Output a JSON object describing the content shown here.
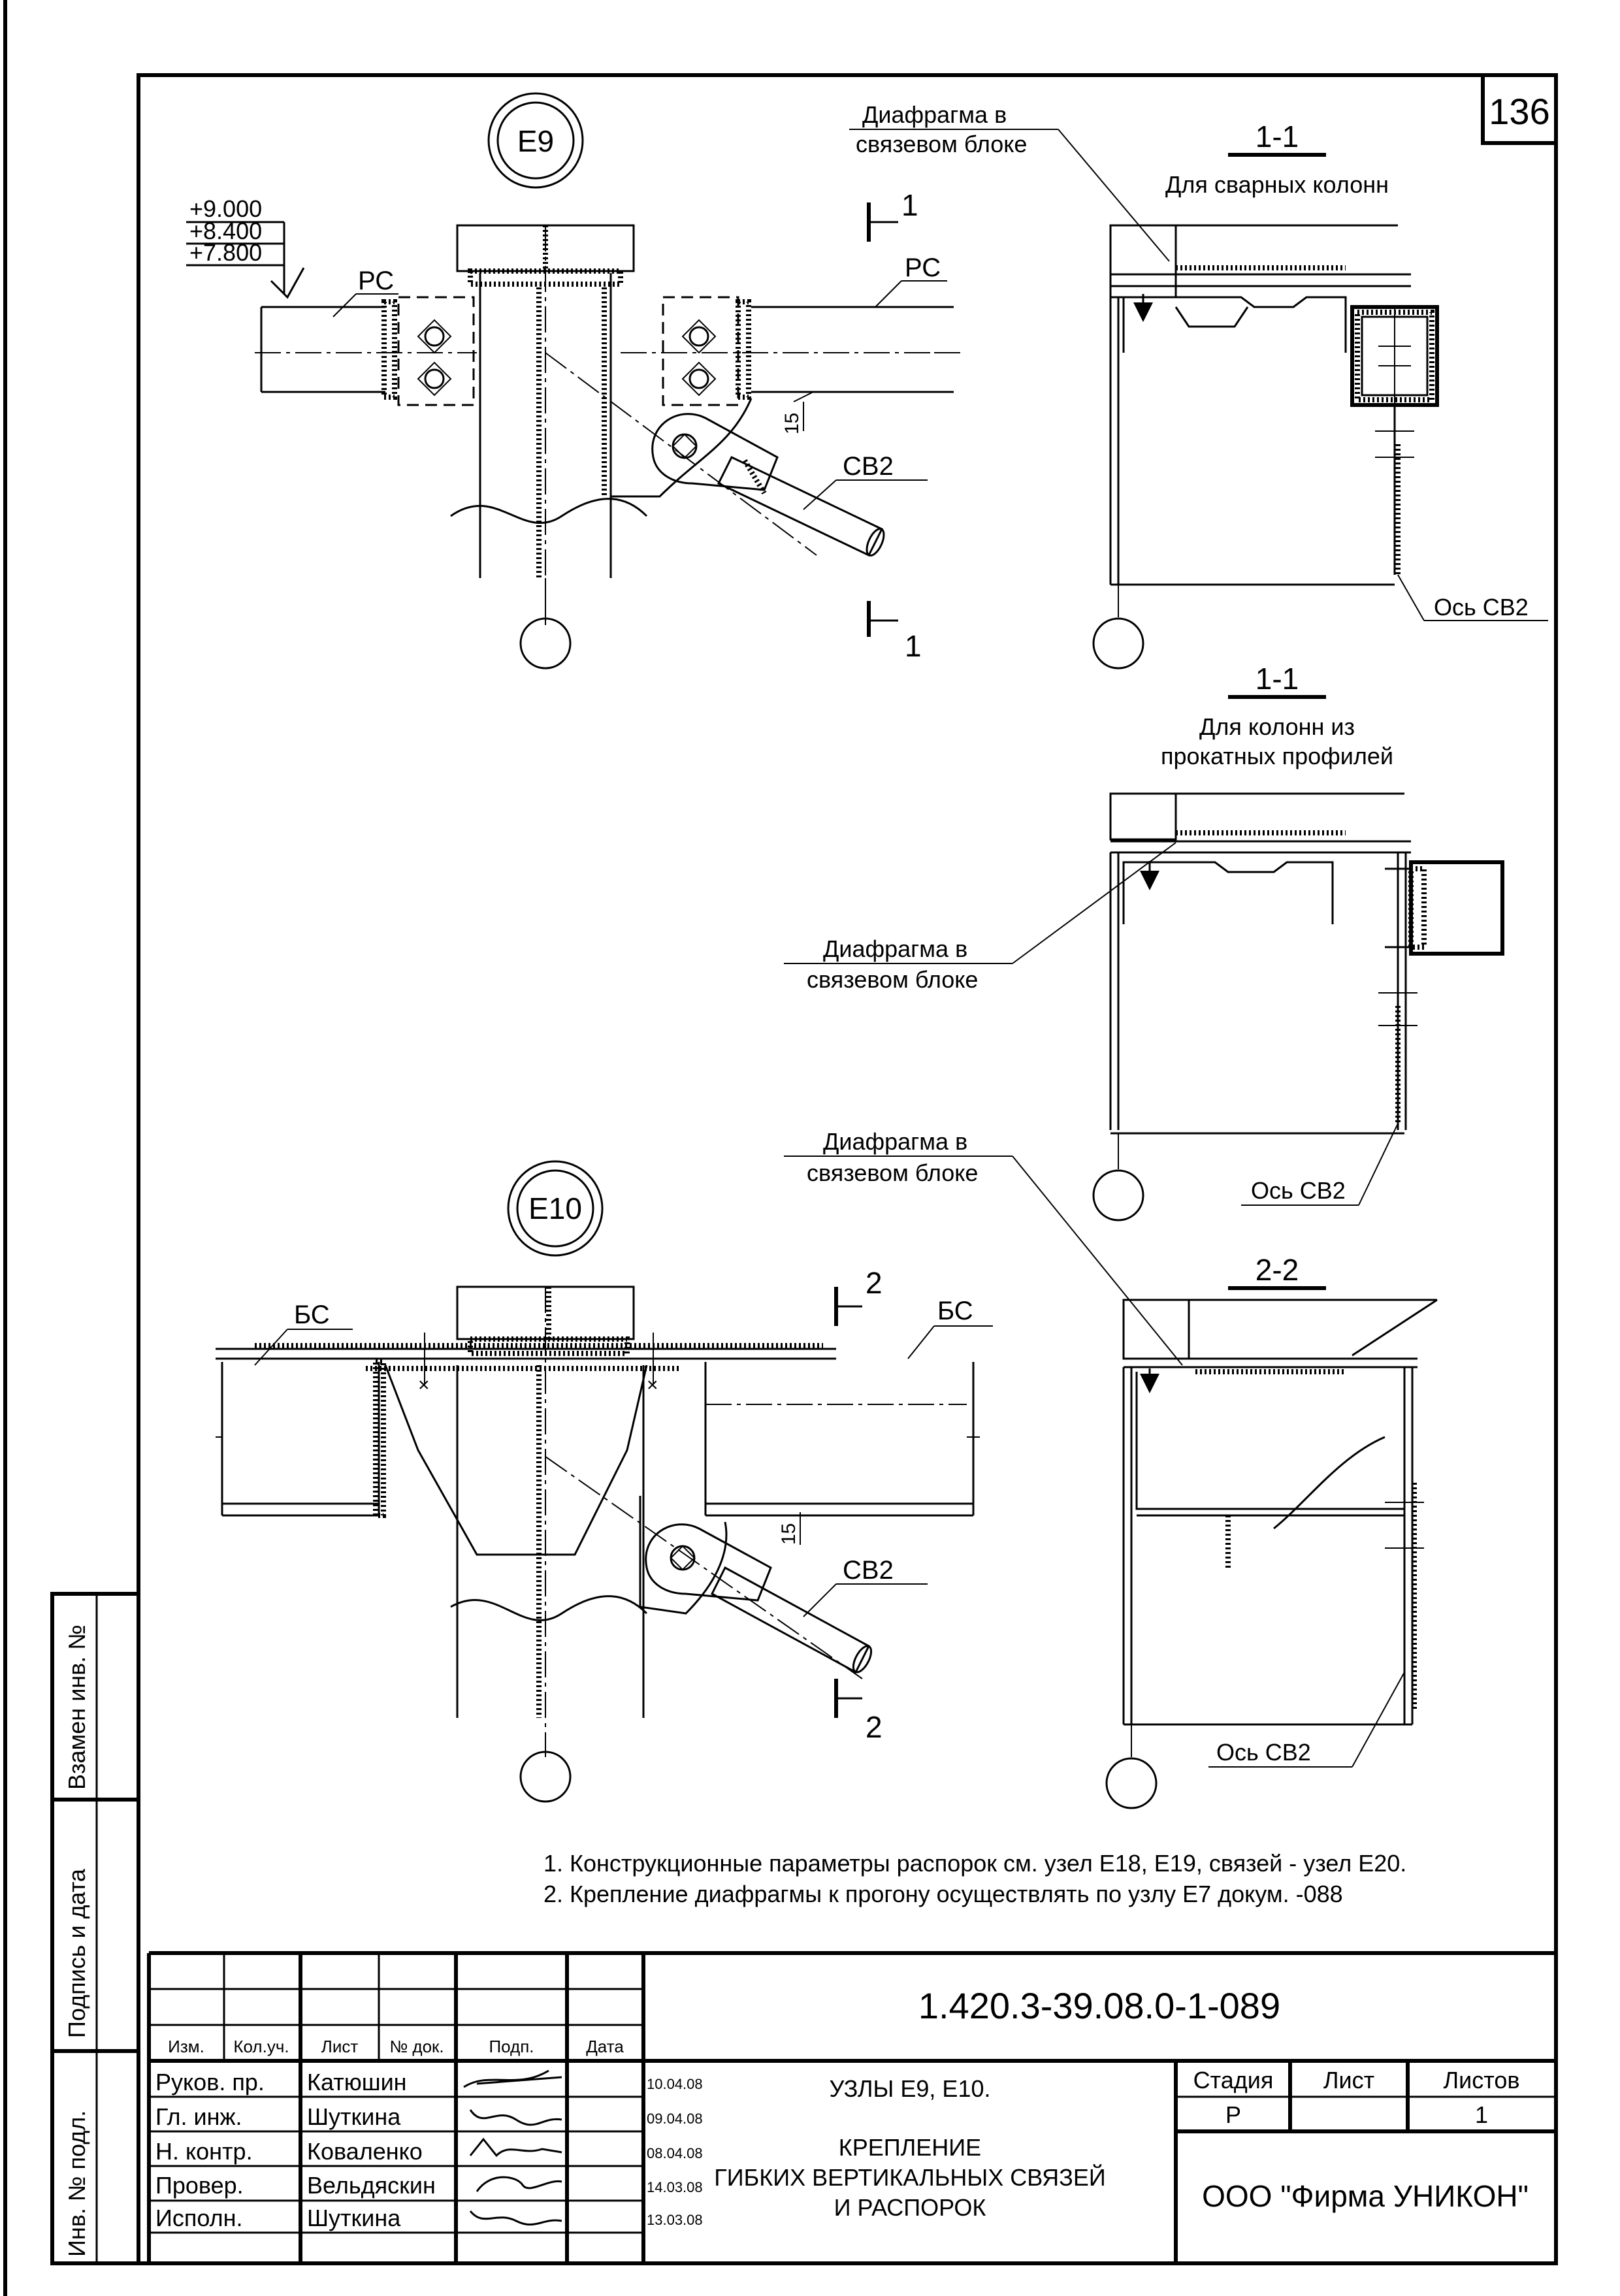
{
  "sheet_number": "136",
  "node_e9": {
    "label": "Е9",
    "levels": [
      "+9.000",
      "+8.400",
      "+7.800"
    ],
    "beam_left": "РС",
    "beam_right": "РС",
    "brace": "СВ2",
    "gap": "15",
    "section_mark_top": "1",
    "section_mark_bottom": "1"
  },
  "section_1_1_welded": {
    "title": "1-1",
    "subtitle": "Для сварных колонн",
    "diaphragm": [
      "Диафрагма в",
      "связевом блоке"
    ],
    "axis": "Ось СВ2"
  },
  "section_1_1_rolled": {
    "title": "1-1",
    "subtitle": [
      "Для  колонн из",
      "прокатных профилей"
    ],
    "diaphragm": [
      "Диафрагма в",
      "связевом блоке"
    ],
    "axis": "Ось СВ2"
  },
  "node_e10": {
    "label": "Е10",
    "beam_left": "БС",
    "beam_right": "БС",
    "brace": "СВ2",
    "gap": "15",
    "section_mark_top": "2",
    "section_mark_bottom": "2",
    "diaphragm": [
      "Диафрагма в",
      "связевом блоке"
    ]
  },
  "section_2_2": {
    "title": "2-2",
    "axis": "Ось СВ2"
  },
  "notes": [
    "1. Конструкционные параметры распорок см. узел Е18, Е19, связей - узел Е20.",
    "2. Крепление диафрагмы к прогону осуществлять по узлу Е7 докум. -088"
  ],
  "side_stamps": [
    "Взамен инв. №",
    "Подпись и дата",
    "Инв. № подл."
  ],
  "title_block": {
    "document_code": "1.420.3-39.08.0-1-089",
    "header": [
      "Изм.",
      "Кол.уч.",
      "Лист",
      "№ док.",
      "Подп.",
      "Дата"
    ],
    "staff": [
      {
        "role": "Руков. пр.",
        "name": "Катюшин",
        "date": "10.04.08"
      },
      {
        "role": "Гл. инж.",
        "name": "Шуткина",
        "date": "09.04.08"
      },
      {
        "role": "Н. контр.",
        "name": "Коваленко",
        "date": "08.04.08"
      },
      {
        "role": "Провер.",
        "name": "Вельдяскин",
        "date": "14.03.08"
      },
      {
        "role": "Исполн.",
        "name": "Шуткина",
        "date": "13.03.08"
      }
    ],
    "doc_title": "УЗЛЫ Е9, Е10.",
    "doc_subtitle": [
      "КРЕПЛЕНИЕ",
      "ГИБКИХ ВЕРТИКАЛЬНЫХ  СВЯЗЕЙ",
      "И РАСПОРОК"
    ],
    "stage_header": "Стадия",
    "sheet_header": "Лист",
    "sheets_header": "Листов",
    "stage": "Р",
    "sheet": "",
    "sheets": "1",
    "organization": "ООО \"Фирма УНИКОН\""
  }
}
